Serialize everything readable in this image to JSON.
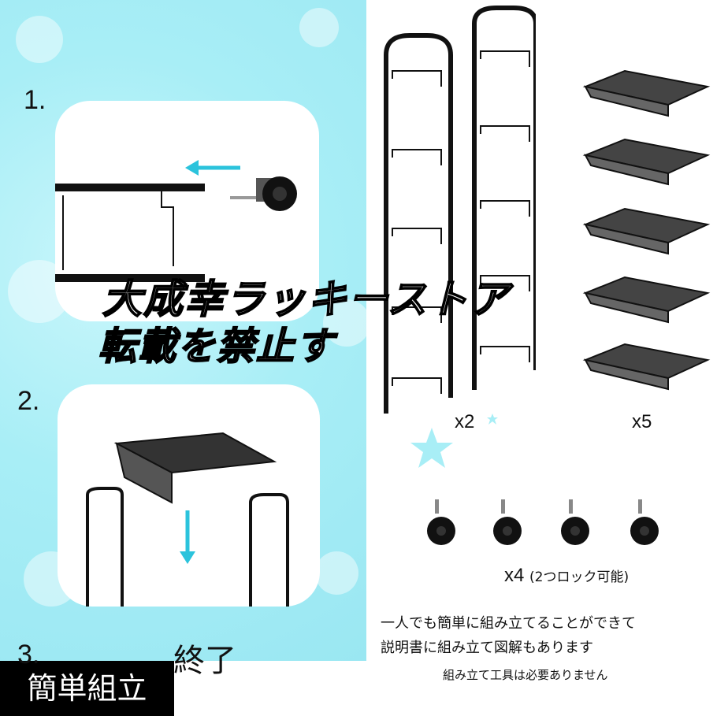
{
  "title_badge": "簡単組立",
  "steps": [
    "1.",
    "2.",
    "3."
  ],
  "step3_text": "終了",
  "qty_frames": "x2",
  "qty_trays": "x5",
  "casters": {
    "qty": "x4",
    "note": "(2つロック可能)"
  },
  "notes": [
    "一人でも簡単に組み立てることができて",
    "説明書に組み立て図解もあります",
    "組み立て工具は必要ありません"
  ],
  "watermark": [
    "大成幸ラッキーストア",
    "転載を禁止す"
  ],
  "colors": {
    "aqua_bg": "#a8eef6",
    "arrow": "#2bc3dc",
    "metal": "#111111",
    "badge_bg": "#000000"
  }
}
